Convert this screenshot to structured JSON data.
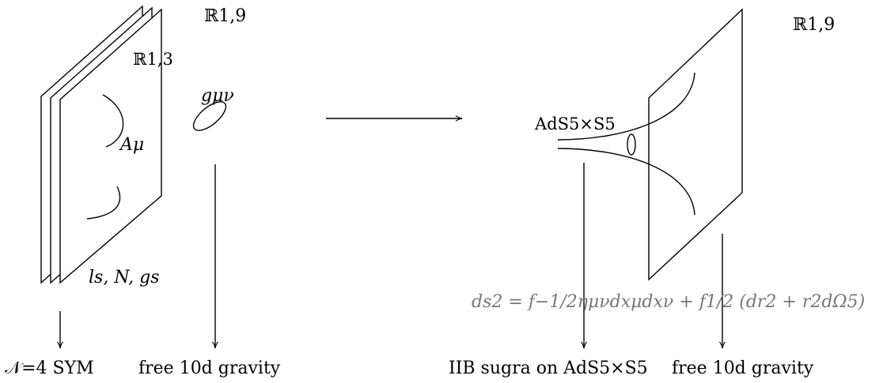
{
  "left": {
    "ambient_space_label": "ℝ1,9",
    "brane_worldvolume_label": "ℝ1,3",
    "graviton_label": "gμν",
    "gauge_field_label": "Aμ",
    "brane_parameters_label": "ls, N, gs",
    "bottom_left_label": "𝒩=4 SYM",
    "bottom_right_label": "free 10d gravity"
  },
  "right": {
    "ambient_space_label": "ℝ1,9",
    "throat_label": "AdS5×S5",
    "metric_equation": "ds2 = f−1/2ημνdxμdxν + f1/2 (dr2 + r2dΩ5)",
    "bottom_left_label": "IIB sugra on AdS5×S5",
    "bottom_right_label": "free 10d gravity"
  },
  "colors": {
    "ink": "#000000",
    "metric_gray": "#777777",
    "background": "#ffffff"
  }
}
